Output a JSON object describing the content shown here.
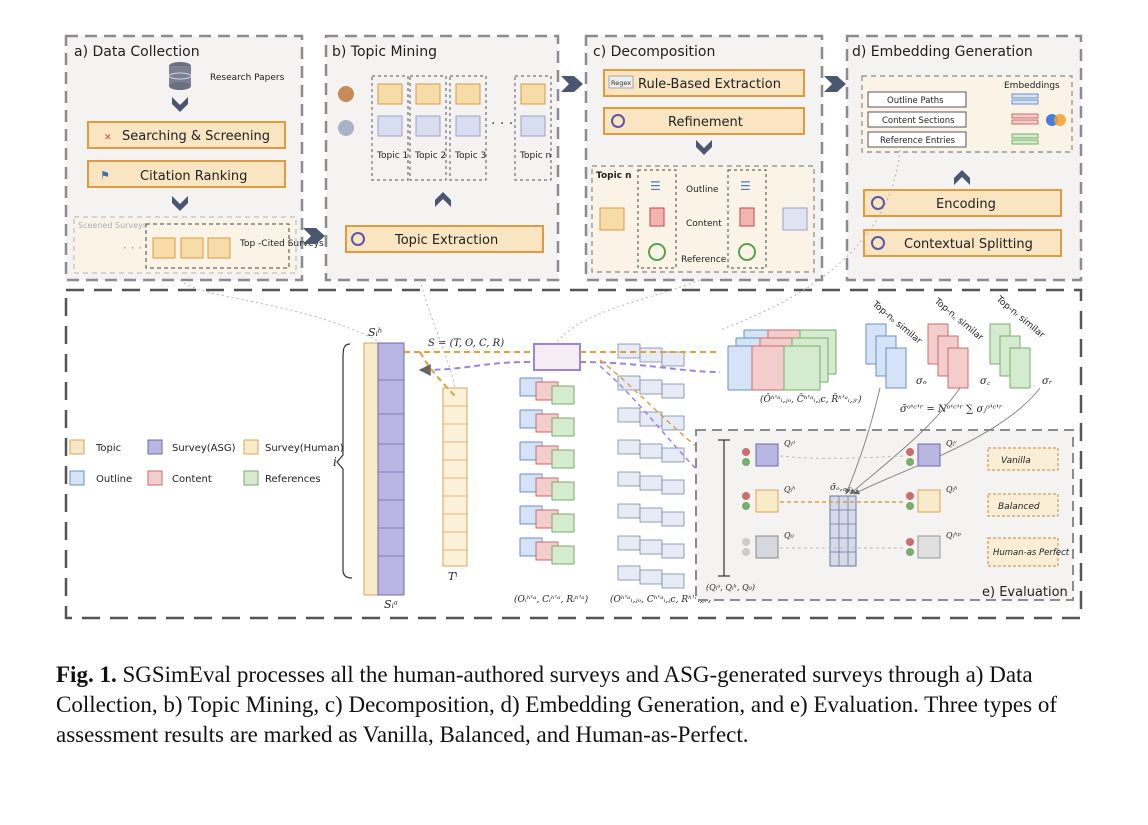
{
  "panels": {
    "a": {
      "title": "a) Data Collection",
      "papers": "Research Papers",
      "step1": "Searching & Screening",
      "step2": "Citation Ranking",
      "screened": "Sceened Surveys",
      "topcited": "Top -Cited Surveys"
    },
    "b": {
      "title": "b) Topic Mining",
      "topics": [
        "Topic 1",
        "Topic 2",
        "Topic 3",
        "Topic n"
      ],
      "extract": "Topic Extraction"
    },
    "c": {
      "title": "c) Decomposition",
      "regex": "Regex",
      "rule": "Rule-Based Extraction",
      "refine": "Refinement",
      "topic_n": "Topic n",
      "parts": [
        "Outline",
        "Content",
        "Reference"
      ]
    },
    "d": {
      "title": "d) Embedding Generation",
      "embeddings": "Embeddings",
      "items": [
        "Outline Paths",
        "Content Sections",
        "Reference Entries"
      ],
      "encoding": "Encoding",
      "splitting": "Contextual Splitting"
    },
    "e": {
      "title": "e) Evaluation",
      "results": [
        "Vanilla",
        "Balanced",
        "Human-as Perfect"
      ]
    }
  },
  "legend": [
    {
      "label": "Topic",
      "color": "#f6e7c6",
      "border": "#d9a55a"
    },
    {
      "label": "Survey(ASG)",
      "color": "#b9b6e3",
      "border": "#6f6aa8"
    },
    {
      "label": "Survey(Human)",
      "color": "#f8ebc9",
      "border": "#d9a55a"
    },
    {
      "label": "Outline",
      "color": "#d5e3f6",
      "border": "#6c8fc4"
    },
    {
      "label": "Content",
      "color": "#f3cccc",
      "border": "#c96d6d"
    },
    {
      "label": "References",
      "color": "#d4ebcf",
      "border": "#78ad6c"
    }
  ],
  "math": {
    "S_h": "Sᵢʰ",
    "S_a": "Sᵢᵃ",
    "tuple": "S = (T, O, C, R)",
    "T_i": "Tⁱ",
    "i": "i",
    "left_tuple": "(Oᵢʰ'ᵃ, Cᵢʰ'ᵃ, Rᵢʰ'ᵃ)",
    "right_tuple": "(Oʰ'ᵃᵢ,ⱼₒ, Cʰ'ᵃᵢ,ⱼc, Rʰ'ᵃᵢ,ⱼᵣ)",
    "top_tuple": "(Ōʰ'ᵃᵢ,ⱼₒ, C̄ʰ'ᵃᵢ,ⱼc, R̄ʰ'ᵃᵢ,ⱼᵣ)",
    "topn": [
      "Top-nₒ similar",
      "Top-n꜀ similar",
      "Top-nᵣ similar"
    ],
    "sigmas": [
      "σₒ",
      "σ꜀",
      "σᵣ"
    ],
    "formula": "σ̄ᵒ'ᶜ'ʳ = Nᵒ'ᶜ'ʳ ∑ σⱼᵒ'ᶜ'ʳ",
    "sigma_bar": "σ̄ₒ,꜀,ᵣ",
    "q_labels": [
      "Qᵢᵃ",
      "Qᵢʰ",
      "Q₀"
    ],
    "q_right": [
      "Qᵢᵛ",
      "Qᵢᵇ",
      "Qᵢʰᵖ"
    ],
    "q_bottom": "(Qᵢᵃ, Qᵢʰ, Q₀)"
  },
  "caption": {
    "label": "Fig. 1.",
    "text": "SGSimEval processes all the human-authored surveys and ASG-generated surveys through a) Data Collection, b) Topic Mining, c) Decomposition, d) Embedding Generation, and e) Evaluation. Three types of assessment results are marked as Vanilla, Balanced, and Human-as-Perfect."
  }
}
